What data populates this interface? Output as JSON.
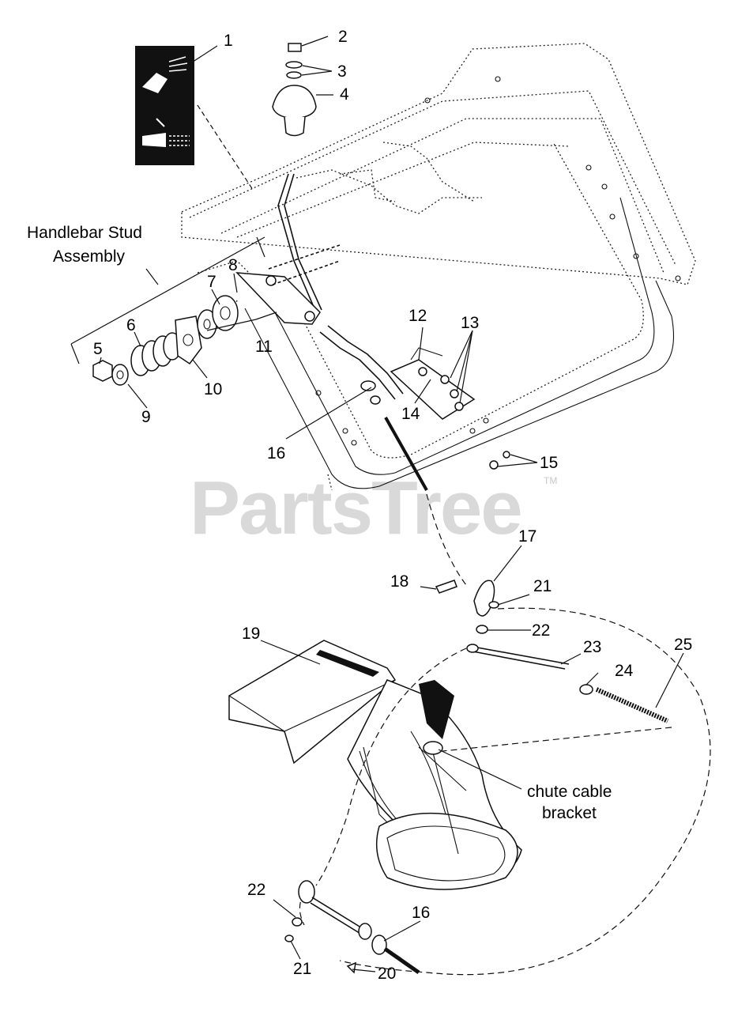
{
  "watermark": {
    "text": "PartsTree",
    "trademark": "TM"
  },
  "labels": {
    "handlebar_stud_line1": "Handlebar Stud",
    "handlebar_stud_line2": "Assembly",
    "chute_cable_line1": "chute cable",
    "chute_cable_line2": "bracket"
  },
  "callouts": {
    "c1": "1",
    "c2": "2",
    "c3": "3",
    "c4": "4",
    "c5": "5",
    "c6": "6",
    "c7": "7",
    "c8": "8",
    "c9": "9",
    "c10": "10",
    "c11": "11",
    "c12": "12",
    "c13": "13",
    "c14": "14",
    "c15": "15",
    "c16a": "16",
    "c16b": "16",
    "c17": "17",
    "c18": "18",
    "c19": "19",
    "c20": "20",
    "c21a": "21",
    "c21b": "21",
    "c22a": "22",
    "c22b": "22",
    "c23": "23",
    "c24": "24",
    "c25": "25"
  }
}
